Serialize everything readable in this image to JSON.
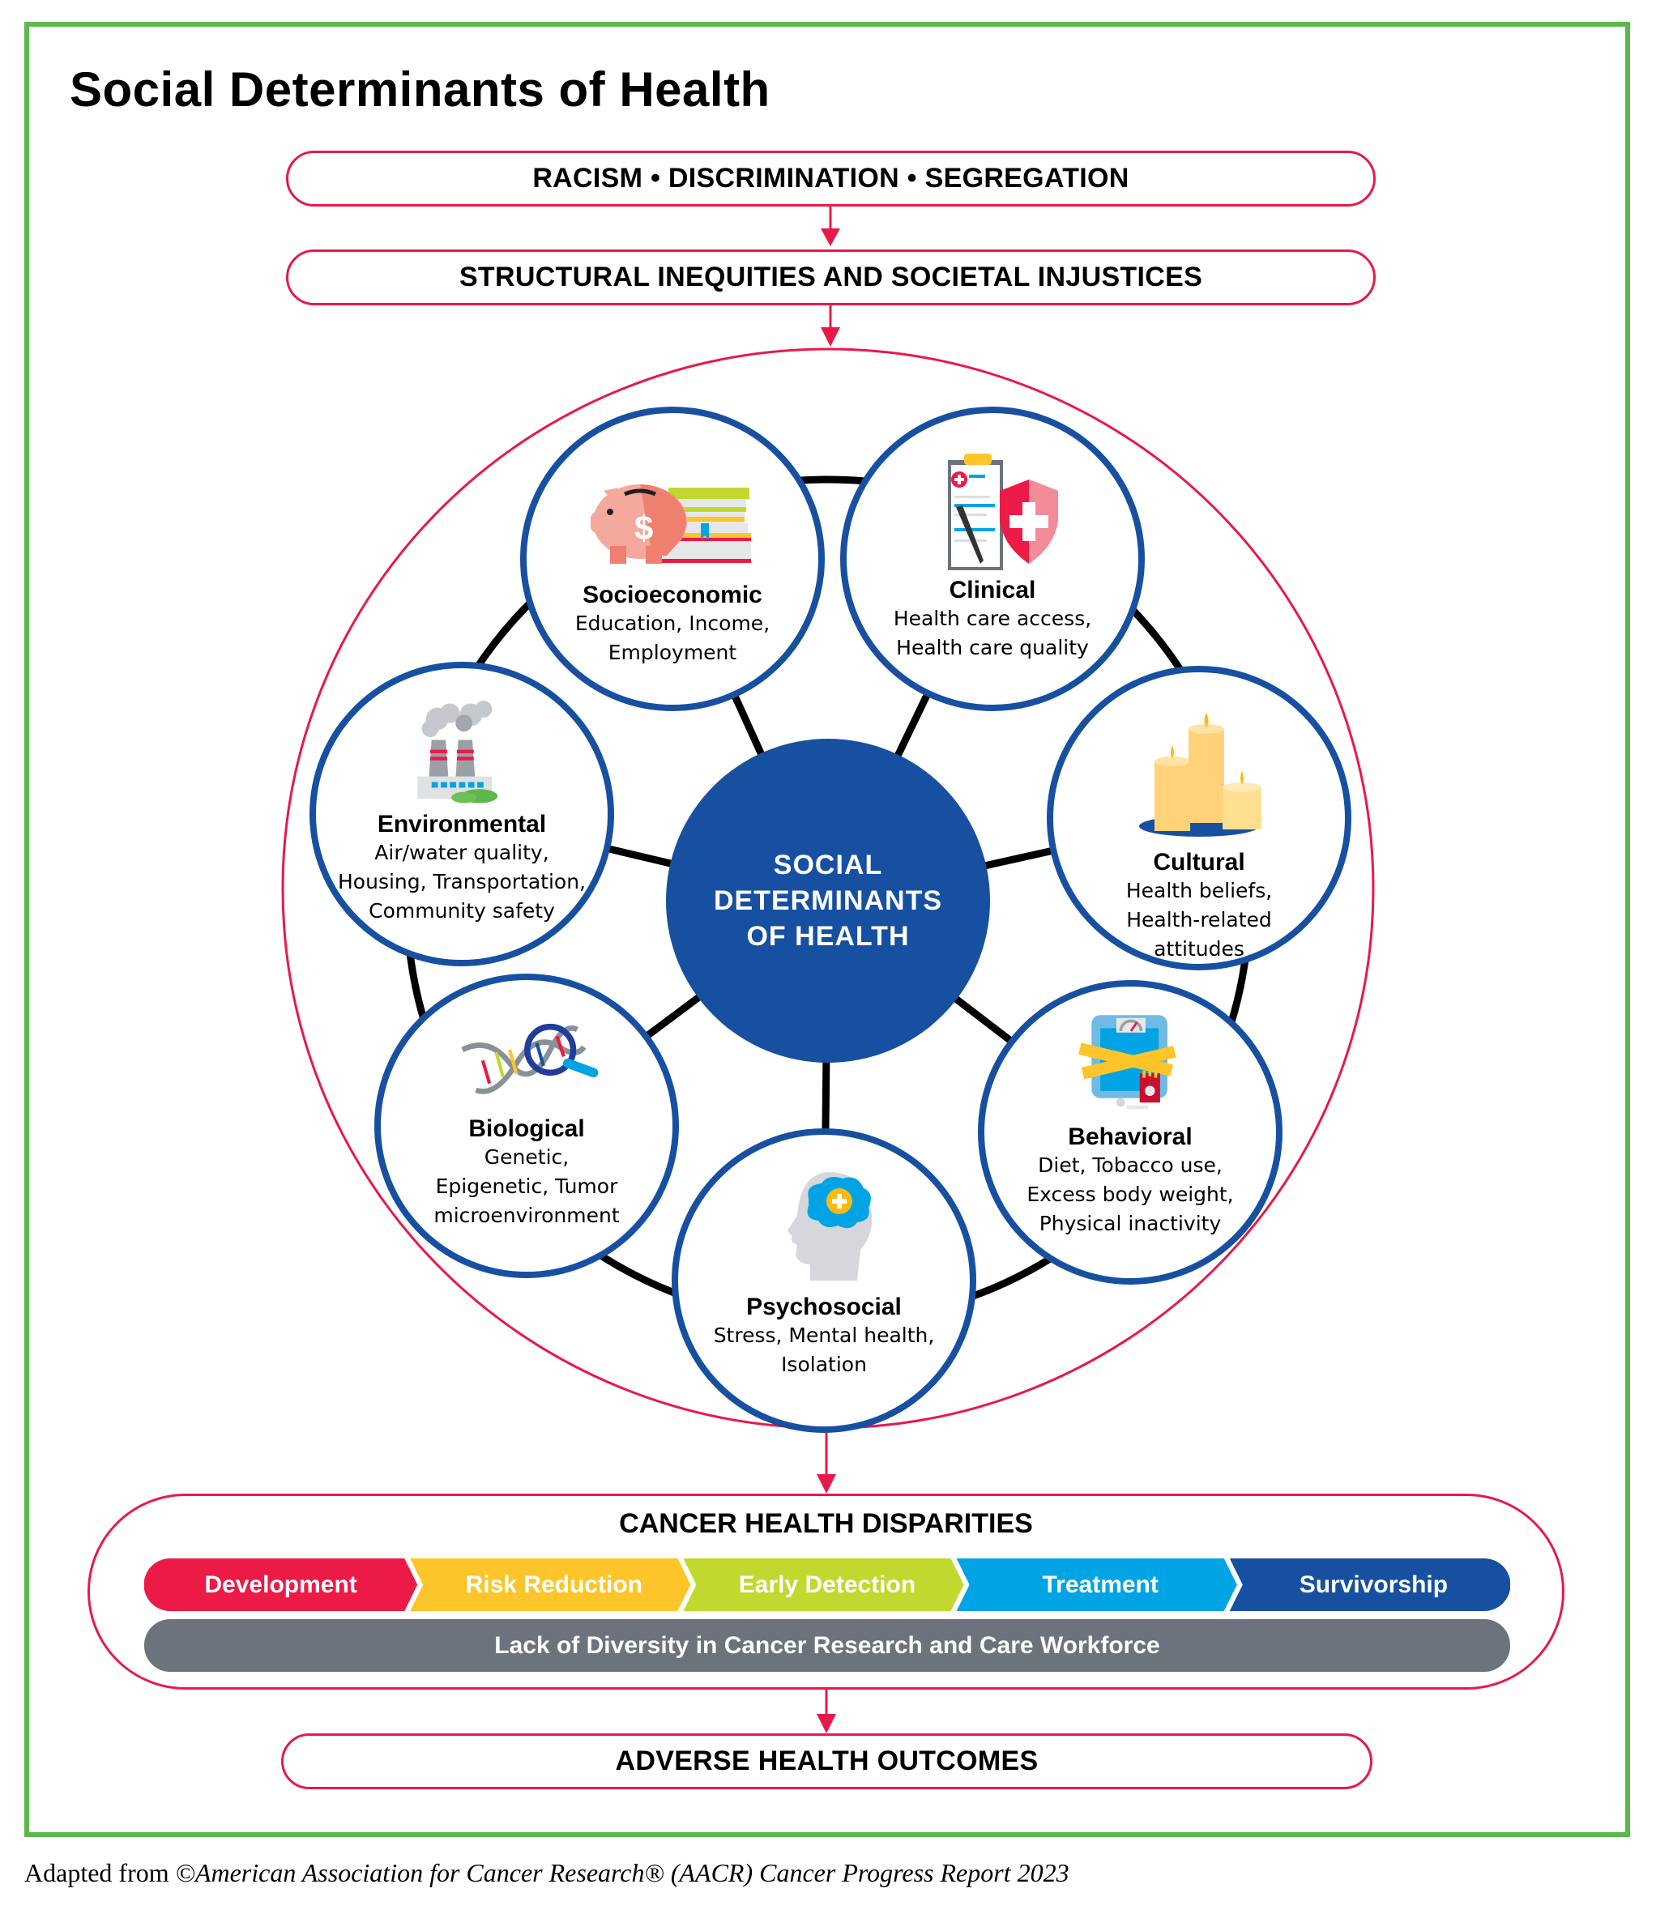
{
  "title": "Social Determinants of Health",
  "flow": {
    "top_pill": "RACISM • DISCRIMINATION • SEGREGATION",
    "second_pill": "STRUCTURAL INEQUITIES AND SOCIETAL INJUSTICES",
    "final_pill": "ADVERSE HEALTH OUTCOMES"
  },
  "hub": {
    "label": "SOCIAL\nDETERMINANTS\nOF HEALTH"
  },
  "determinants": [
    {
      "id": "socioeconomic",
      "name": "Socioeconomic",
      "desc": "Education, Income,\nEmployment",
      "icon": "piggy-bank-books-icon"
    },
    {
      "id": "clinical",
      "name": "Clinical",
      "desc": "Health care access,\nHealth care quality",
      "icon": "clipboard-shield-icon"
    },
    {
      "id": "cultural",
      "name": "Cultural",
      "desc": "Health beliefs,\nHealth-related\nattitudes",
      "icon": "candles-icon"
    },
    {
      "id": "behavioral",
      "name": "Behavioral",
      "desc": "Diet, Tobacco use,\nExcess body weight,\nPhysical inactivity",
      "icon": "scale-tape-cigarettes-icon"
    },
    {
      "id": "psychosocial",
      "name": "Psychosocial",
      "desc": "Stress, Mental health,\nIsolation",
      "icon": "head-brain-icon"
    },
    {
      "id": "biological",
      "name": "Biological",
      "desc": "Genetic,\nEpigenetic, Tumor\nmicroenvironment",
      "icon": "dna-magnifier-icon"
    },
    {
      "id": "environmental",
      "name": "Environmental",
      "desc": "Air/water quality,\nHousing, Transportation,\nCommunity safety",
      "icon": "factory-smoke-icon"
    }
  ],
  "disparities": {
    "title": "CANCER HEALTH DISPARITIES",
    "stages": [
      {
        "label": "Development",
        "color": "#ec1a47"
      },
      {
        "label": "Risk Reduction",
        "color": "#fdc52a"
      },
      {
        "label": "Early Detection",
        "color": "#c1d82f"
      },
      {
        "label": "Treatment",
        "color": "#00a4e4"
      },
      {
        "label": "Survivorship",
        "color": "#1750a0"
      }
    ],
    "workforce_bar": "Lack of Diversity in Cancer Research and Care Workforce"
  },
  "footer": {
    "prefix": "Adapted from ",
    "source": "©American Association for Cancer Research® (AACR) Cancer Progress Report 2023"
  },
  "colors": {
    "frame_green": "#5bb84a",
    "accent_red": "#e8194a",
    "primary_blue": "#1750a0",
    "workforce_gray": "#6c737c"
  }
}
